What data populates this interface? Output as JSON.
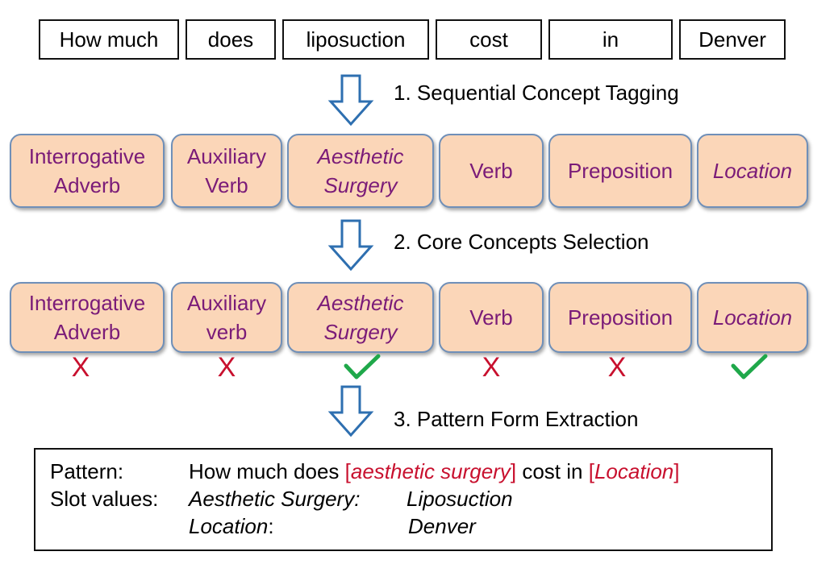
{
  "words": [
    "How much",
    "does",
    "liposuction",
    "cost",
    "in",
    "Denver"
  ],
  "steps": {
    "step1": "1. Sequential Concept Tagging",
    "step2": "2. Core Concepts Selection",
    "step3": "3. Pattern Form Extraction"
  },
  "tagging": [
    {
      "line1": "Interrogative",
      "line2": "Adverb"
    },
    {
      "line1": "Auxiliary",
      "line2": "Verb"
    },
    {
      "line1": "Aesthetic",
      "line2": "Surgery"
    },
    {
      "line1": "Verb",
      "line2": ""
    },
    {
      "line1": "Preposition",
      "line2": ""
    },
    {
      "line1": "Location",
      "line2": ""
    }
  ],
  "selection": [
    {
      "line1": "Interrogative",
      "line2": "Adverb",
      "selected": false,
      "mark": "X"
    },
    {
      "line1": "Auxiliary",
      "line2": "verb",
      "selected": false,
      "mark": "X"
    },
    {
      "line1": "Aesthetic",
      "line2": "Surgery",
      "selected": true,
      "mark": "check-icon"
    },
    {
      "line1": "Verb",
      "line2": "",
      "selected": false,
      "mark": "X"
    },
    {
      "line1": "Preposition",
      "line2": "",
      "selected": false,
      "mark": "X"
    },
    {
      "line1": "Location",
      "line2": "",
      "selected": true,
      "mark": "check-icon"
    }
  ],
  "result": {
    "pattern_label": "Pattern:",
    "pattern_prefix": "How much does ",
    "slot1_open": "[",
    "slot1": "aesthetic surgery",
    "slot1_close": "]",
    "pattern_mid": " cost in ",
    "slot2_open": "[",
    "slot2": "Location",
    "slot2_close": "]",
    "slot_values_label": "Slot values:",
    "slot_values": [
      {
        "name": "Aesthetic Surgery:",
        "value": "Liposuction"
      },
      {
        "name": "Location",
        "suffix": ":",
        "value": "Denver"
      }
    ]
  },
  "colors": {
    "concept_fill": "#fbd6b8",
    "concept_border": "#6f8fb8",
    "concept_text": "#7a1b78",
    "arrow": "#2e6fb0",
    "x_mark": "#c8102e",
    "check_mark": "#1fa84a",
    "slot_red": "#c8102e"
  }
}
